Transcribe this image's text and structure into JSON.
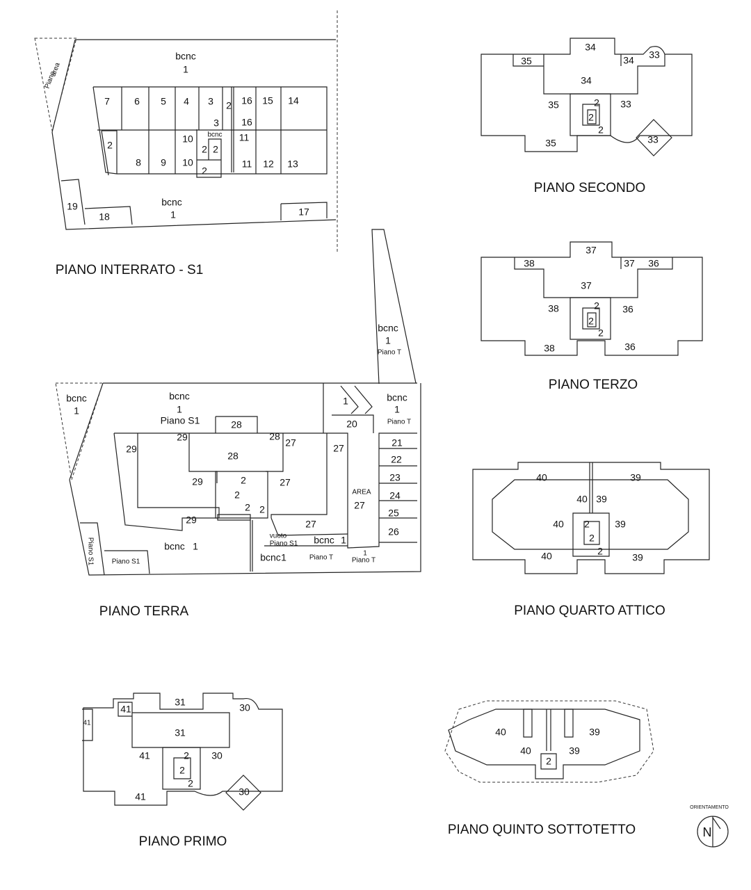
{
  "titles": {
    "interrato": "PIANO INTERRATO - S1",
    "secondo": "PIANO SECONDO",
    "terzo": "PIANO TERZO",
    "terra": "PIANO TERRA",
    "quarto": "PIANO QUARTO ATTICO",
    "primo": "PIANO PRIMO",
    "quinto": "PIANO QUINTO SOTTOTETTO",
    "orientamento": "ORIENTAMENTO",
    "north": "N"
  },
  "plans": {
    "interrato": [
      "bcnc",
      "1",
      "7",
      "6",
      "5",
      "4",
      "3",
      "2",
      "16",
      "15",
      "14",
      "3",
      "16",
      "10",
      "bcnc",
      "11",
      "2",
      "2",
      "2",
      "8",
      "9",
      "10",
      "11",
      "12",
      "13",
      "2",
      "19",
      "bcnc",
      "18",
      "1",
      "17",
      "Piano",
      "area"
    ],
    "secondo": [
      "34",
      "35",
      "34",
      "33",
      "34",
      "35",
      "2",
      "33",
      "2",
      "2",
      "35",
      "33"
    ],
    "terzo": [
      "37",
      "38",
      "37",
      "36",
      "37",
      "38",
      "2",
      "36",
      "2",
      "2",
      "38",
      "36"
    ],
    "terra": [
      "bcnc",
      "1",
      "bcnc",
      "1",
      "Piano S1",
      "1",
      "bcnc",
      "1",
      "Piano T",
      "bcnc",
      "1",
      "Piano T",
      "28",
      "20",
      "29",
      "28",
      "27",
      "29",
      "27",
      "21",
      "28",
      "22",
      "29",
      "2",
      "27",
      "23",
      "2",
      "AREA",
      "27",
      "24",
      "2",
      "2",
      "25",
      "29",
      "27",
      "26",
      "vuoto",
      "Piano S1",
      "bcnc",
      "1",
      "bcnc",
      "1",
      "Piano S1",
      "Piano S1",
      "bcnc",
      "1",
      "Piano T",
      "1",
      "Piano T"
    ],
    "quarto": [
      "40",
      "39",
      "40",
      "39",
      "40",
      "2",
      "39",
      "2",
      "2",
      "40",
      "39"
    ],
    "primo": [
      "31",
      "30",
      "41",
      "41",
      "31",
      "41",
      "2",
      "30",
      "2",
      "2",
      "30",
      "41"
    ],
    "quinto": [
      "40",
      "39",
      "40",
      "39",
      "2"
    ]
  }
}
